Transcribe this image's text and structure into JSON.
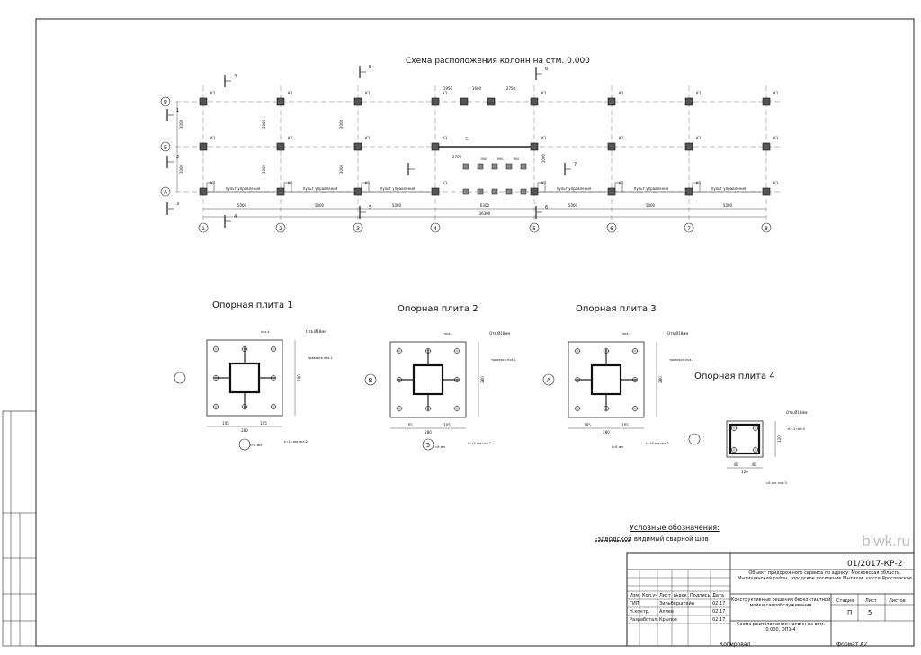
{
  "drawing": {
    "plan_title": "Схема расположения колонн на отм. 0.000",
    "axis_numbers": [
      "1",
      "2",
      "3",
      "4",
      "5",
      "6",
      "7",
      "8"
    ],
    "axis_letters": [
      "А",
      "Б",
      "В"
    ],
    "span_dim": "5000",
    "span_dim_middle": "6300",
    "total_dim": "36300",
    "row_dim": "3000",
    "control_label": "пульт управления",
    "column_mark": "К1",
    "column_mark_2": "К2",
    "beam_mark": "Б1",
    "section_marks": [
      "1",
      "2",
      "3",
      "4",
      "5",
      "6",
      "7"
    ],
    "dims_top": [
      "1950",
      "1600",
      "2750"
    ],
    "dim_2700": "2700",
    "dim_900": "900",
    "dim_1000": "1000"
  },
  "plates": [
    {
      "title": "Опорная плита 1",
      "axis": "",
      "hole": "Отв.Ø18мм",
      "traverse": "траверса поз.1",
      "thickness": "t=14 мм поз.2",
      "weld": "t=8 мм",
      "w": "280",
      "sub": "105",
      "pos": "поз.4"
    },
    {
      "title": "Опорная плита 2",
      "axis": "В",
      "hole": "Отв.Ø18мм",
      "traverse": "траверса поз.1",
      "thickness": "t=14 мм поз.2",
      "weld": "t=8 мм",
      "w": "280",
      "sub": "105",
      "pos": "поз.4",
      "axis2": "5"
    },
    {
      "title": "Опорная плита 3",
      "axis": "А",
      "hole": "Отв.Ø18мм",
      "traverse": "траверса поз.1",
      "thickness": "t=16 мм поз.2",
      "weld": "t=8 мм",
      "w": "280",
      "sub": "105",
      "pos": "поз.4"
    },
    {
      "title": "Опорная плита 4",
      "axis": "",
      "hole": "Отв.Ø14мм",
      "traverse": "К2-1 поз.5",
      "thickness": "t=8 мм. поз.3",
      "weld": "",
      "w": "120",
      "sub": "40",
      "pos": ""
    }
  ],
  "legend": {
    "title": "Условные обозначения:",
    "text": "-заводской видимый сварной шов"
  },
  "title_block": {
    "code": "01/2017-КР-2",
    "object": "Объект придорожного сервиса по адресу: Московская область, Мытищинский район, городское поселение Мытищи, шоссе Ярославское",
    "work": "Конструктивные решения бесконтактной мойки самообслуживания",
    "sheet_title": "Схема расположения колонн на отм. 0.000, ОП1-4",
    "headers": [
      "Изм.",
      "Кол.уч",
      "Лист",
      "№док",
      "Подпись",
      "Дата"
    ],
    "rows": [
      {
        "role": "ГИП",
        "name": "Зильберштейн",
        "date": "02.17"
      },
      {
        "role": "Н.контр.",
        "name": "Алиев",
        "date": "02.17"
      },
      {
        "role": "Разработал",
        "name": "Крылов",
        "date": "02.17"
      }
    ],
    "stage_hdr": "Стадия",
    "sheet_hdr": "Лист",
    "sheets_hdr": "Листов",
    "stage": "П",
    "sheet": "5",
    "sheets": ""
  },
  "footer": {
    "copied": "Копировал",
    "format": "Формат А2"
  },
  "watermark": "blwk.ru"
}
